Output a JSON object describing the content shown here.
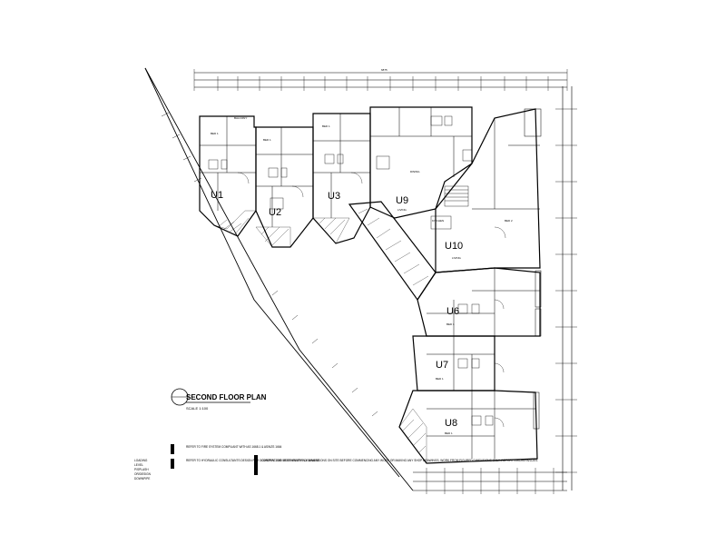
{
  "plan": {
    "title": "SECOND FLOOR PLAN",
    "scale": "SCALE 1:100",
    "overall_width": "6875",
    "units": [
      "U1",
      "U2",
      "U3",
      "U9",
      "U10",
      "U6",
      "U7",
      "U8"
    ],
    "rooms": {
      "balcony": "BALCONY",
      "bed": "BED 1",
      "bed2": "BED 2",
      "living": "LIVING",
      "dining": "DINING",
      "kitchen": "KITCHEN"
    },
    "notes": {
      "note_a": "REFER TO FIRE SYSTEM COMPLIANT WITH AS 1668.1 & AS/NZS 1664",
      "note_b": "REFER TO HYDRAULIC CONSULTANTS DESIGN FOR DOWNPIPE AND STORMWATER DRAINAGE",
      "contractor": "CONTRACTOR MUST VERIFY ALL DIMENSIONS ON SITE BEFORE COMMENCING ANY WORK OR MAKING ANY SHOP DRAWINGS. WORK FROM FIGURED DIMENSIONS ONLY. REPORT DISCREPANCIES."
    },
    "legend": [
      "LOADING",
      "LEVEL",
      "P/SPLASH",
      "OR/DESIGN",
      "DOWNPIPE"
    ]
  }
}
